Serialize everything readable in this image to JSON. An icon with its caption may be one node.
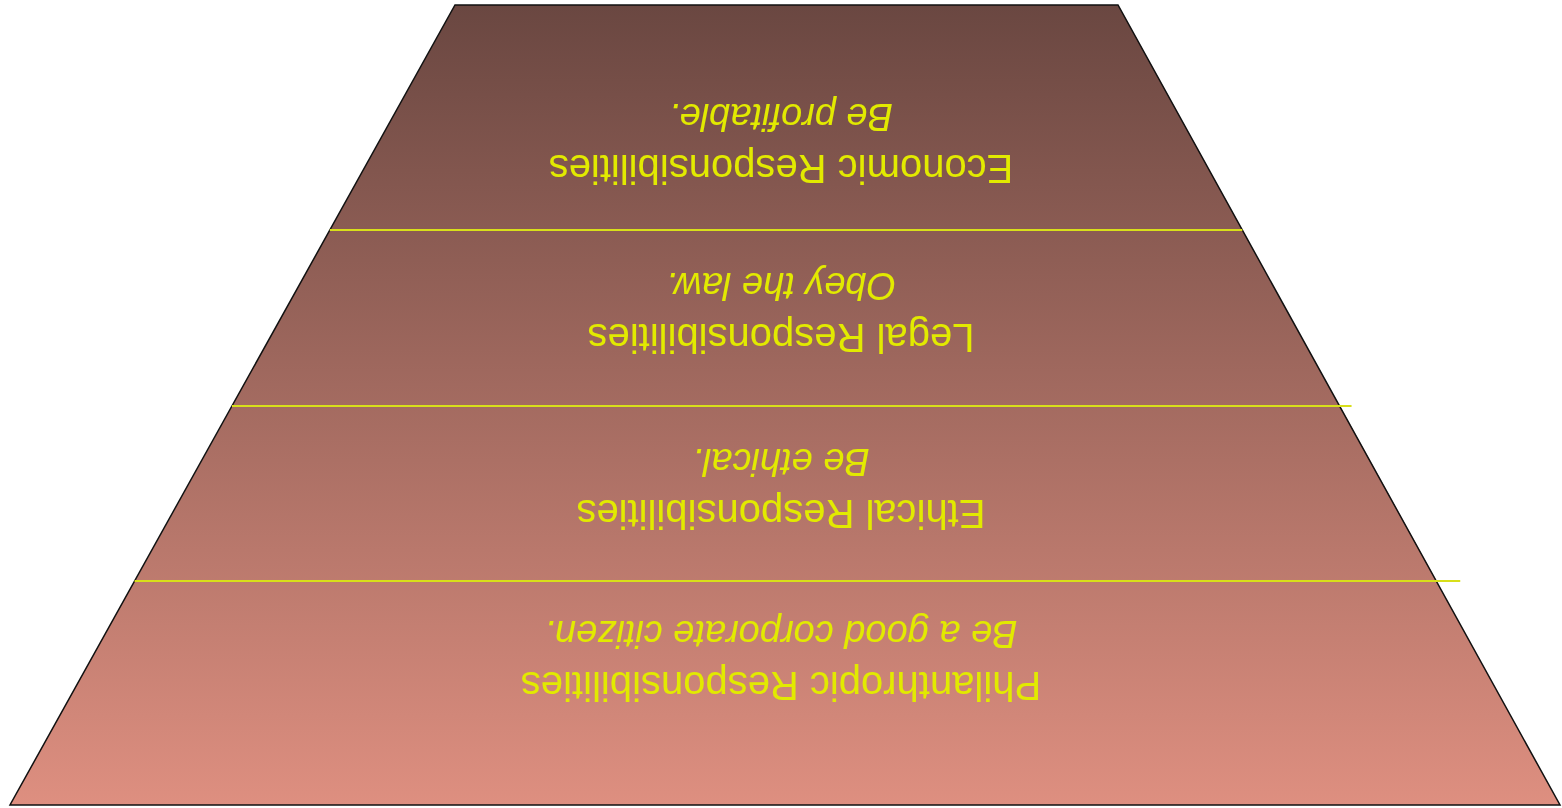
{
  "diagram": {
    "nodes": [
      {
        "text": [
          "Economic Responsibilities",
          "Be profitable."
        ]
      },
      {
        "text": [
          "Legal Responsibilities",
          "Obey the law."
        ]
      },
      {
        "text": [
          "Ethical Responsibilities",
          "Be ethical."
        ]
      },
      {
        "text": [
          "Philanthropic Responsibilities",
          "Be a good corporate citizen."
        ]
      }
    ]
  }
}
